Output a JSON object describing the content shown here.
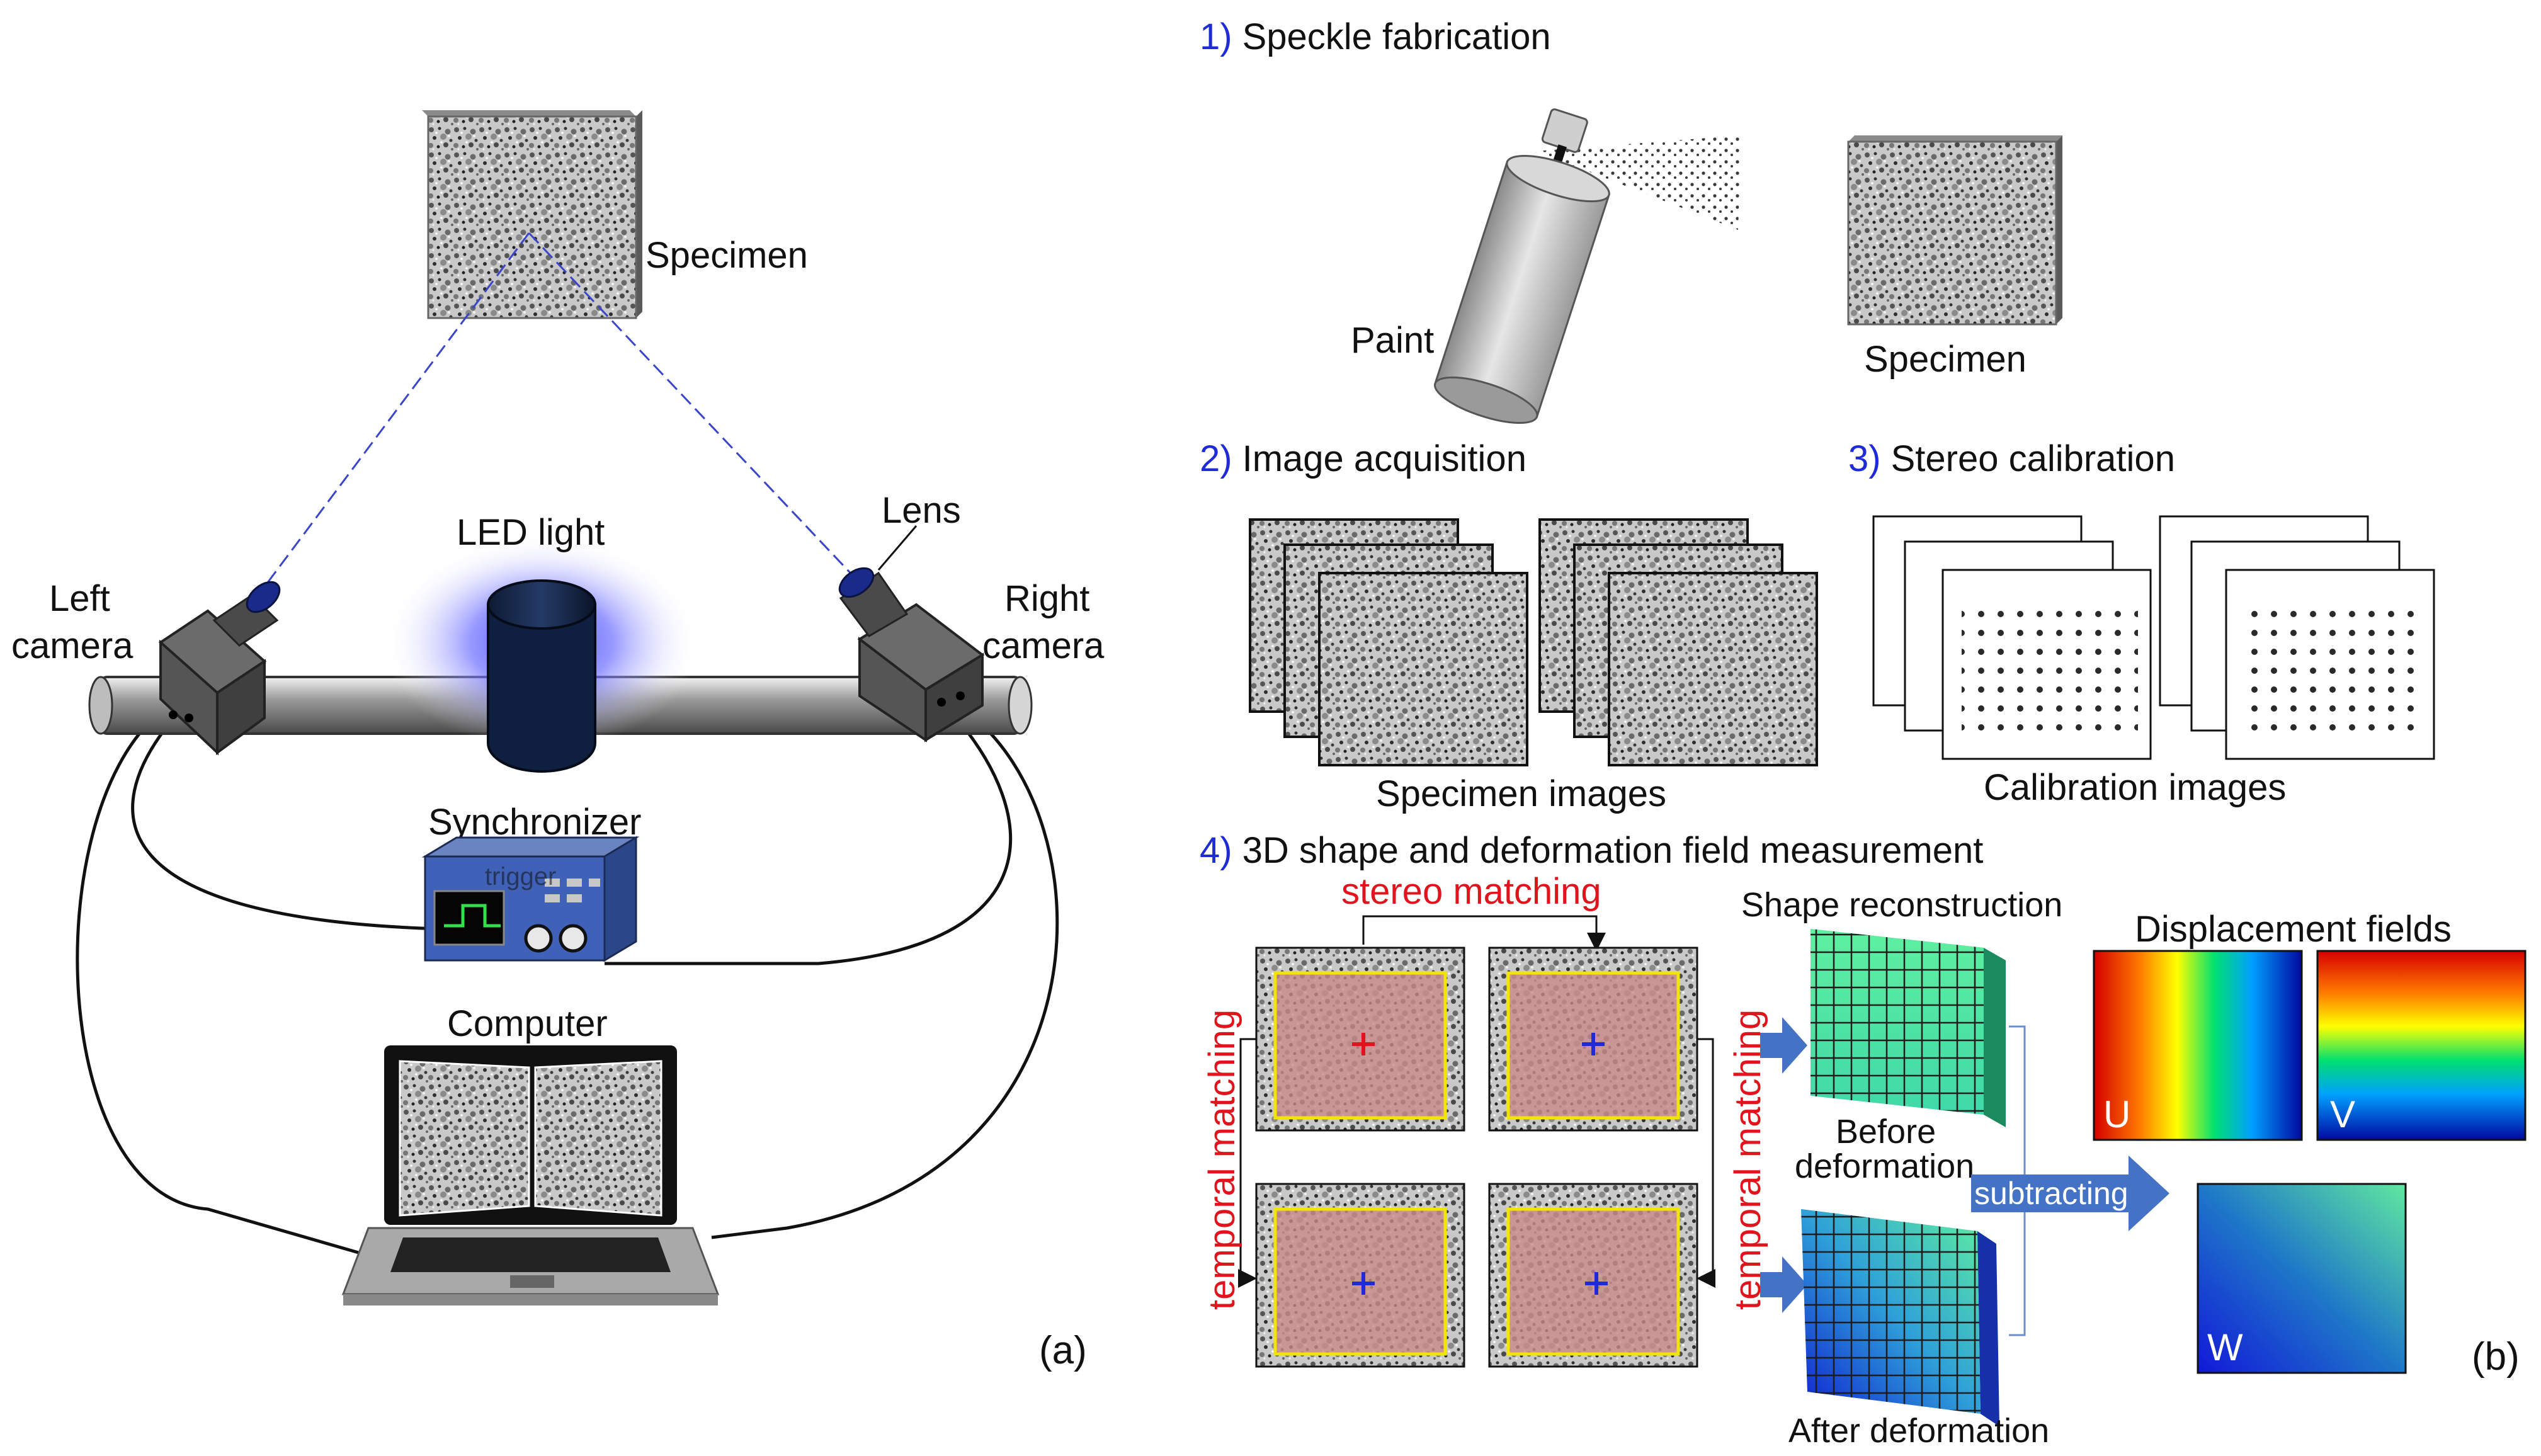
{
  "panel_a": {
    "specimen_label": "Specimen",
    "lens_label": "Lens",
    "led_label": "LED light",
    "left_camera_line1": "Left",
    "left_camera_line2": "camera",
    "right_camera_line1": "Right",
    "right_camera_line2": "camera",
    "synchronizer_label": "Synchronizer",
    "trigger_label": "trigger",
    "computer_label": "Computer",
    "tag": "(a)"
  },
  "panel_b": {
    "step1_num": "1)",
    "step1_title": "Speckle fabrication",
    "paint_label": "Paint",
    "specimen_label": "Specimen",
    "step2_num": "2)",
    "step2_title": "Image acquisition",
    "specimen_images_label": "Specimen images",
    "step3_num": "3)",
    "step3_title": "Stereo calibration",
    "calibration_images_label": "Calibration images",
    "step4_num": "4)",
    "step4_title": "3D shape and deformation field measurement",
    "stereo_matching": "stereo matching",
    "temporal_matching": "temporal matching",
    "shape_reconstruction": "Shape reconstruction",
    "before_line1": "Before",
    "before_line2": "deformation",
    "after_deformation": "After deformation",
    "subtracting": "subtracting",
    "displacement_fields": "Displacement fields",
    "field_u": "U",
    "field_v": "V",
    "field_w": "W",
    "tag": "(b)"
  },
  "colors": {
    "step_number": "#1f2bd6",
    "matching_text": "#e0141c",
    "dashed_sightline": "#3a45c8",
    "roi_border": "#f2e600",
    "arrow_blue": "#4472c4"
  }
}
